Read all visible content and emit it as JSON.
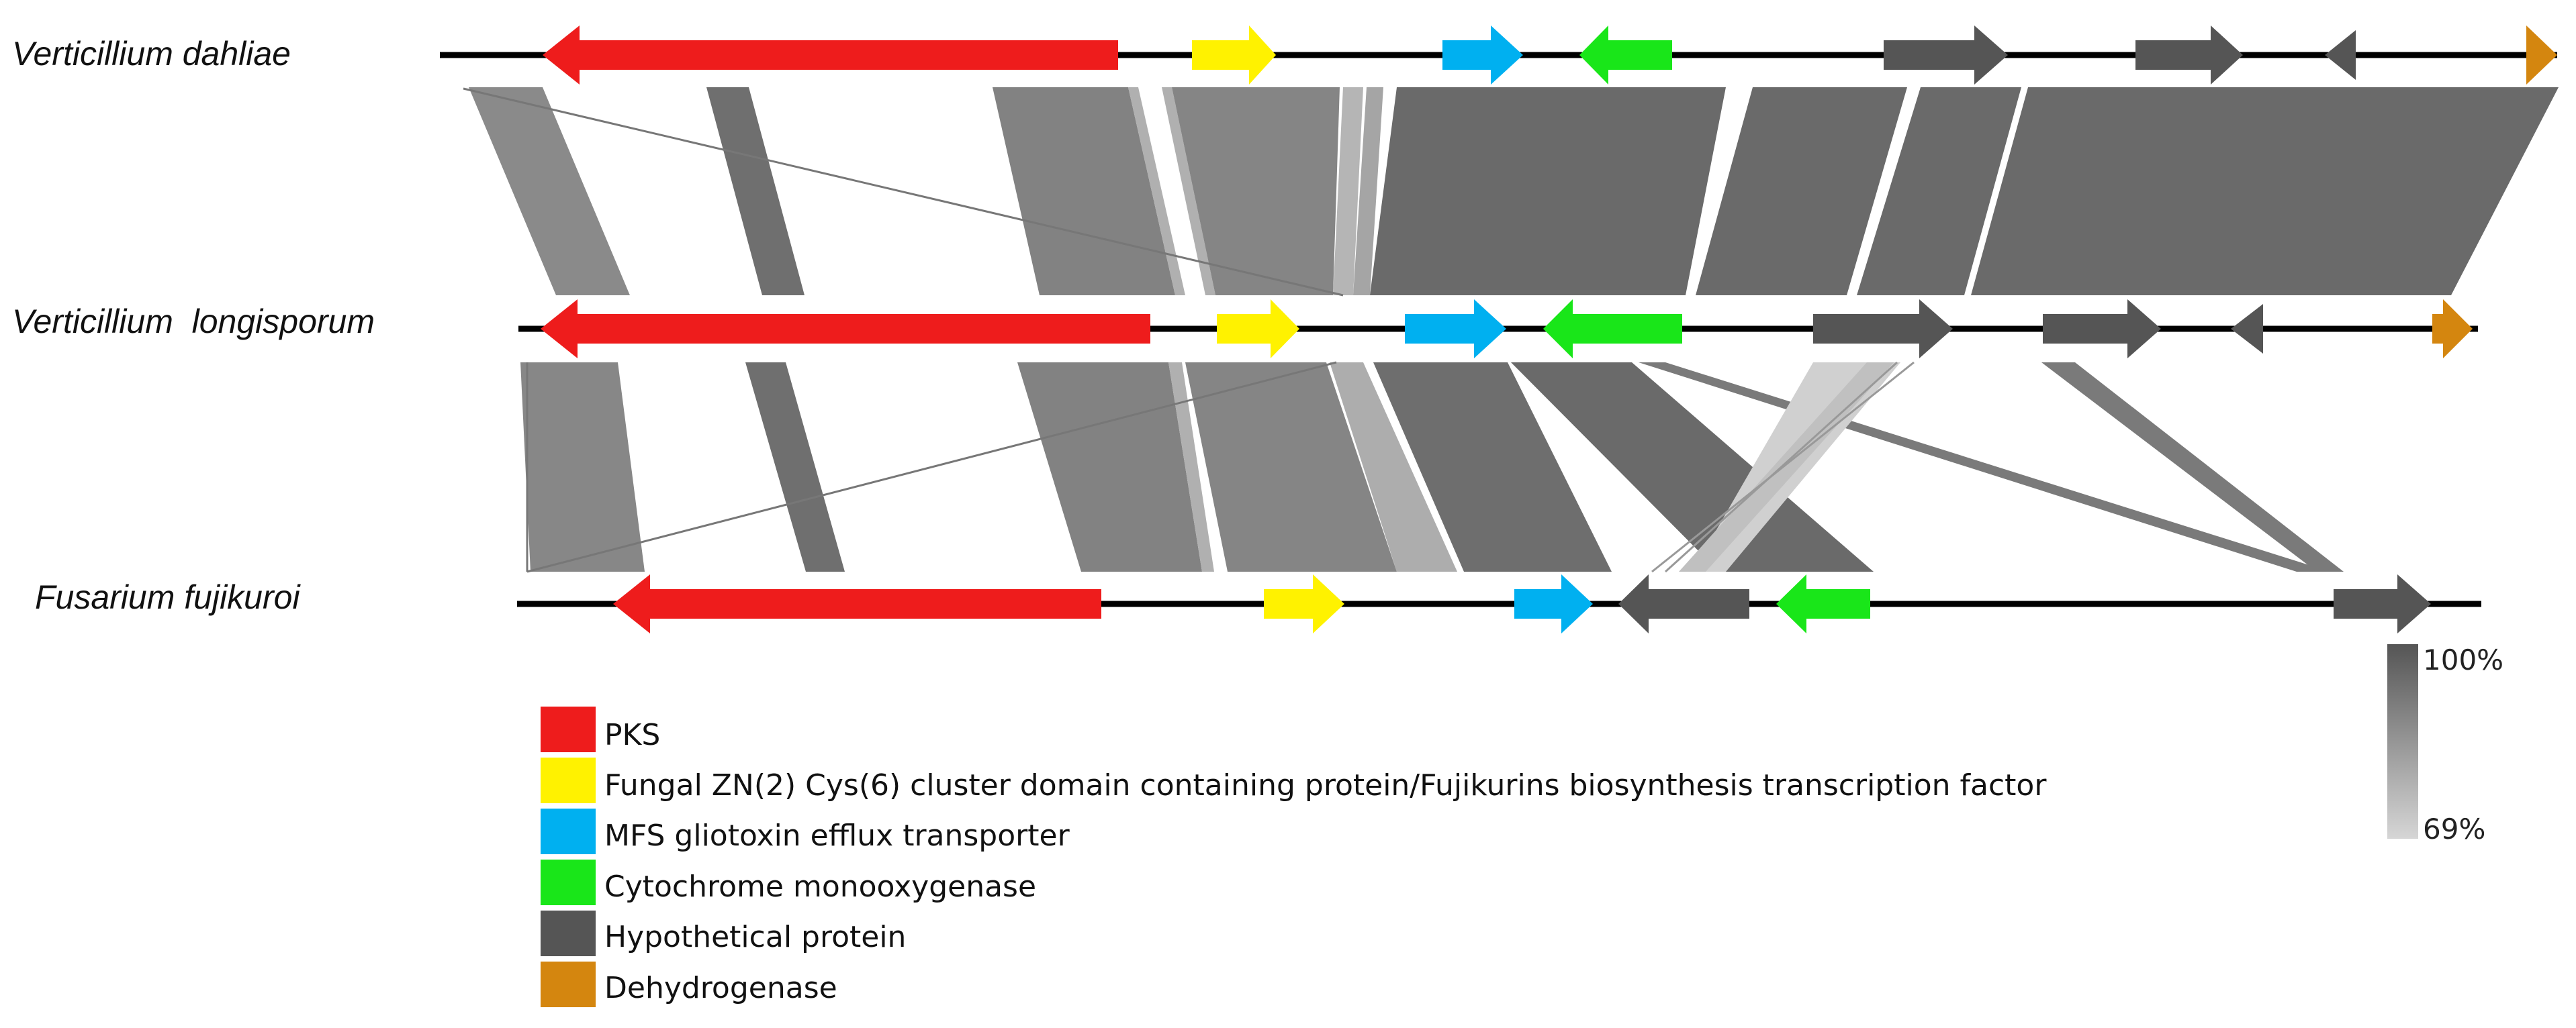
{
  "species": [
    {
      "id": "dahliae",
      "name": "Verticillium dahliae"
    },
    {
      "id": "longisporum",
      "name": "Verticillium  longisporum"
    },
    {
      "id": "fujikuroi",
      "name": "Fusarium fujikuroi"
    }
  ],
  "legend": [
    {
      "key": "pks",
      "label": "PKS",
      "color": "#ee1c1c"
    },
    {
      "key": "zn",
      "label": "Fungal ZN(2) Cys(6) cluster domain containing protein/Fujikurins biosynthesis transcription factor",
      "color": "#fff200"
    },
    {
      "key": "mfs",
      "label": "MFS gliotoxin efflux transporter",
      "color": "#00b0f0"
    },
    {
      "key": "cyt",
      "label": "Cytochrome monooxygenase",
      "color": "#19e619"
    },
    {
      "key": "hyp",
      "label": "Hypothetical protein",
      "color": "#555555"
    },
    {
      "key": "dh",
      "label": "Dehydrogenase",
      "color": "#d4860f"
    }
  ],
  "identity_scale": {
    "max_label": "100%",
    "min_label": "69%",
    "max_color": "#555555",
    "min_color": "#d6d6d6"
  }
}
